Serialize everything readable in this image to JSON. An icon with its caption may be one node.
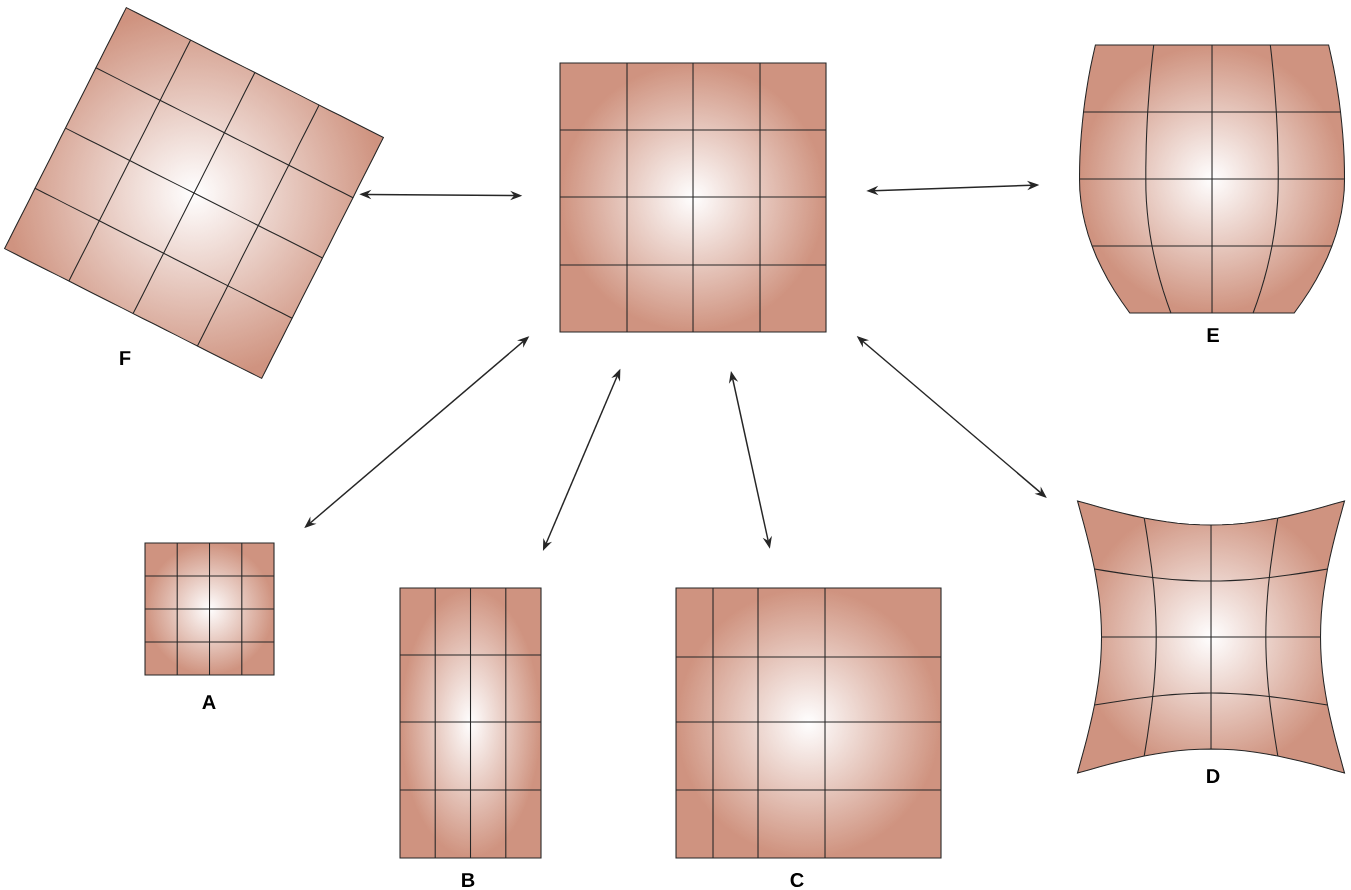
{
  "diagram": {
    "nodes": [
      {
        "text": [
          "F"
        ]
      },
      {
        "text": [],
        "shape": "picture"
      },
      {
        "text": [
          "E"
        ]
      },
      {
        "text": [
          "A"
        ]
      },
      {
        "text": [
          "B"
        ]
      },
      {
        "text": [
          "C"
        ]
      },
      {
        "text": [
          "D"
        ]
      }
    ],
    "edges": [
      {
        "from": 1,
        "to": 0,
        "arrow": "both"
      },
      {
        "from": 1,
        "to": 2,
        "arrow": "both"
      },
      {
        "from": 1,
        "to": 3,
        "arrow": "both"
      },
      {
        "from": 1,
        "to": 4,
        "arrow": "both"
      },
      {
        "from": 1,
        "to": 5,
        "arrow": "both"
      },
      {
        "from": 1,
        "to": 6,
        "arrow": "both"
      }
    ]
  }
}
